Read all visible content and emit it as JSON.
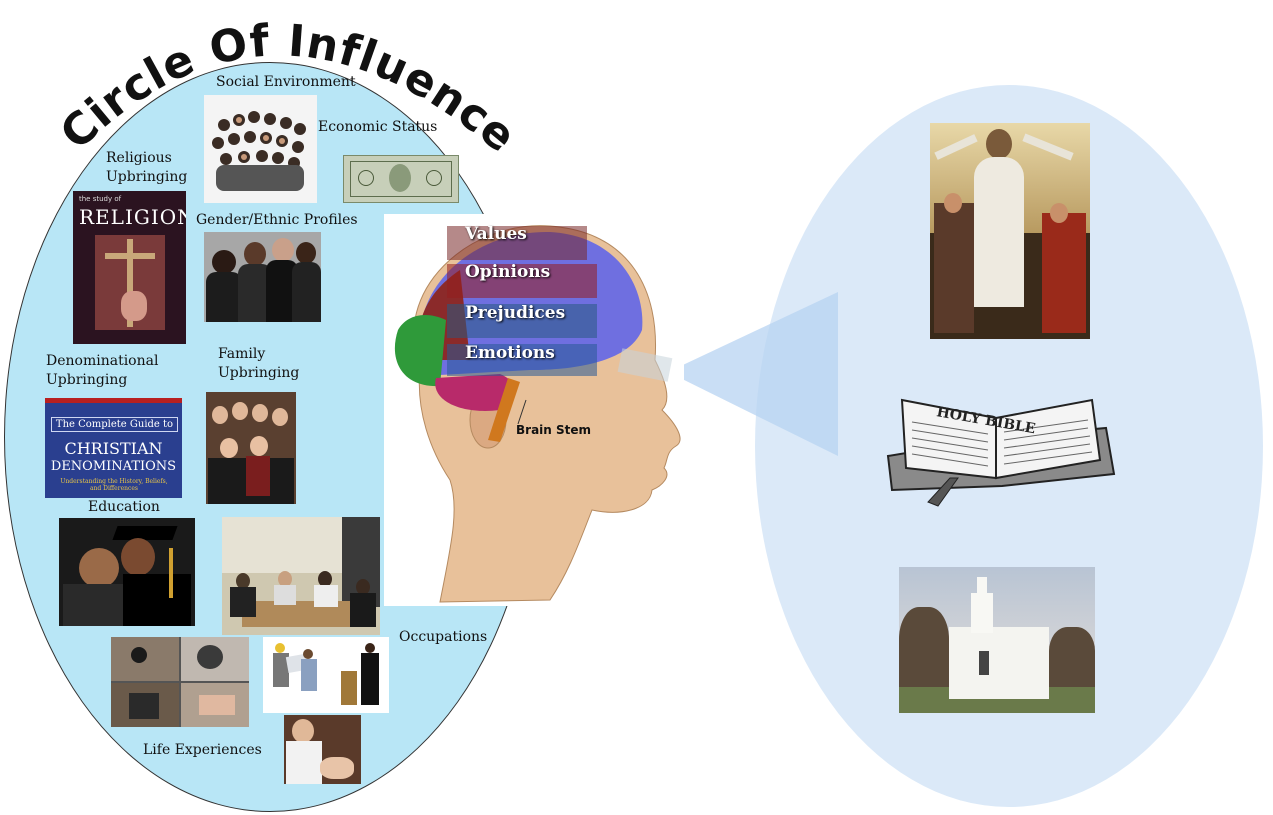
{
  "diagram": {
    "title": "Circle Of Influence",
    "influences": {
      "social_environment": "Social Environment",
      "economic_status": "Economic Status",
      "religious_upbringing": "Religious\nUpbringing",
      "gender_ethnic": "Gender/Ethnic Profiles",
      "denominational_upbringing": "Denominational\nUpbringing",
      "family_upbringing": "Family\nUpbringing",
      "education": "Education",
      "occupations": "Occupations",
      "life_experiences": "Life Experiences"
    },
    "book_religion": {
      "top": "the study of",
      "title": "RELIGION"
    },
    "book_denominations": {
      "line1": "The Complete Guide to",
      "line2": "CHRISTIAN",
      "line3": "DENOMINATIONS",
      "line4": "Understanding the History, Beliefs, and Differences"
    },
    "brain_layers": [
      "Values",
      "Opinions",
      "Prejudices",
      "Emotions"
    ],
    "brain_stem_label": "Brain Stem",
    "bible_cover_text": "HOLY BIBLE",
    "colors": {
      "left_circle": "#b8e6f6",
      "right_circle": "#dbe9f8",
      "skin": "#e8c19a"
    }
  }
}
